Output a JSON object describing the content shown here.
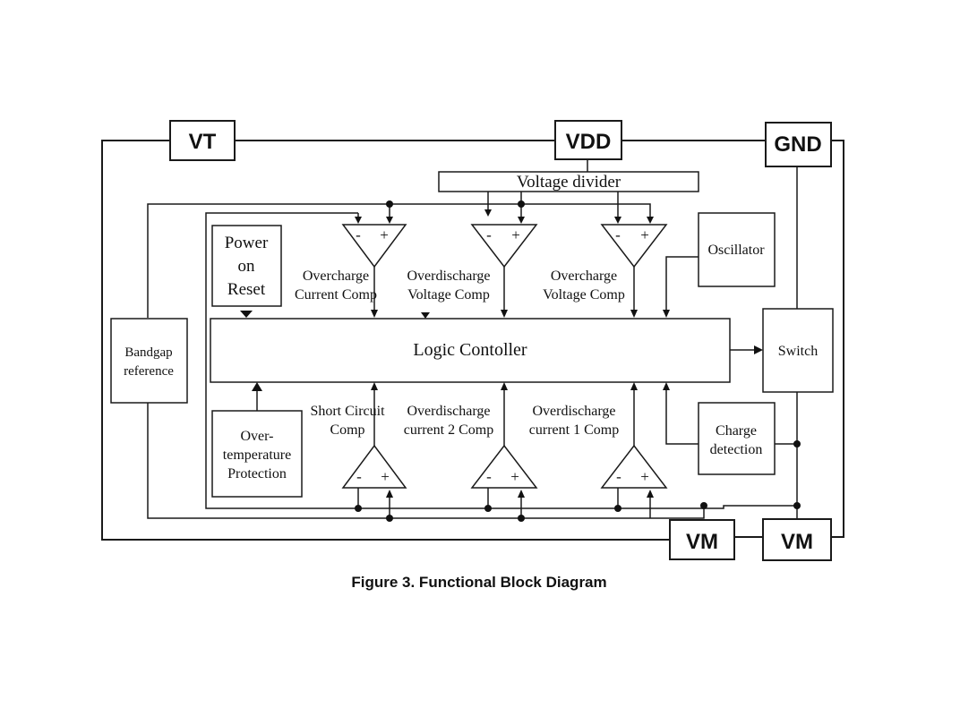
{
  "pins": {
    "vt": "VT",
    "vdd": "VDD",
    "gnd": "GND",
    "vm_left": "VM",
    "vm_right": "VM"
  },
  "blocks": {
    "voltage_divider": "Voltage divider",
    "power_on_reset": [
      "Power",
      "on",
      "Reset"
    ],
    "bandgap": [
      "Bandgap",
      "reference"
    ],
    "logic_controller": "Logic Contoller",
    "oscillator": "Oscillator",
    "switch": "Switch",
    "charge_detection": [
      "Charge",
      "detection"
    ],
    "over_temp": [
      "Over-",
      "temperature",
      "Protection"
    ]
  },
  "comparators_top": [
    {
      "signs": [
        "-",
        "+"
      ],
      "label": [
        "Overcharge",
        "Current Comp"
      ]
    },
    {
      "signs": [
        "-",
        "+"
      ],
      "label": [
        "Overdischarge",
        "Voltage Comp"
      ]
    },
    {
      "signs": [
        "-",
        "+"
      ],
      "label": [
        "Overcharge",
        "Voltage Comp"
      ]
    }
  ],
  "comparators_bottom": [
    {
      "signs": [
        "-",
        "+"
      ],
      "label": [
        "Short Circuit",
        "Comp"
      ]
    },
    {
      "signs": [
        "-",
        "+"
      ],
      "label": [
        "Overdischarge",
        "current 2 Comp"
      ]
    },
    {
      "signs": [
        "-",
        "+"
      ],
      "label": [
        "Overdischarge",
        "current 1 Comp"
      ]
    }
  ],
  "caption": "Figure 3. Functional Block Diagram"
}
